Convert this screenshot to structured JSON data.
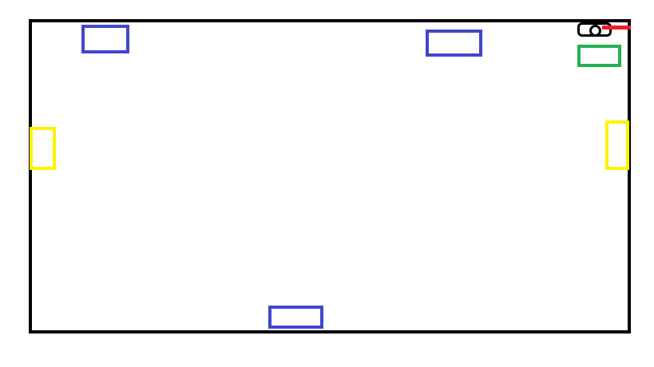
{
  "colors": {
    "frame": "#000000",
    "blue": "#3f48cc",
    "yellow": "#fff200",
    "green": "#22b14c",
    "red": "#ed1c24",
    "background": "#ffffff"
  },
  "shapes": [
    {
      "name": "outer-frame",
      "color": "black"
    },
    {
      "name": "blue-box-1",
      "color": "blue"
    },
    {
      "name": "blue-box-2",
      "color": "blue"
    },
    {
      "name": "blue-box-3",
      "color": "blue"
    },
    {
      "name": "yellow-box-left",
      "color": "yellow"
    },
    {
      "name": "yellow-box-right",
      "color": "yellow"
    },
    {
      "name": "green-box",
      "color": "green"
    },
    {
      "name": "black-pill",
      "color": "black"
    },
    {
      "name": "black-circle",
      "color": "black"
    },
    {
      "name": "red-line",
      "color": "red"
    }
  ]
}
